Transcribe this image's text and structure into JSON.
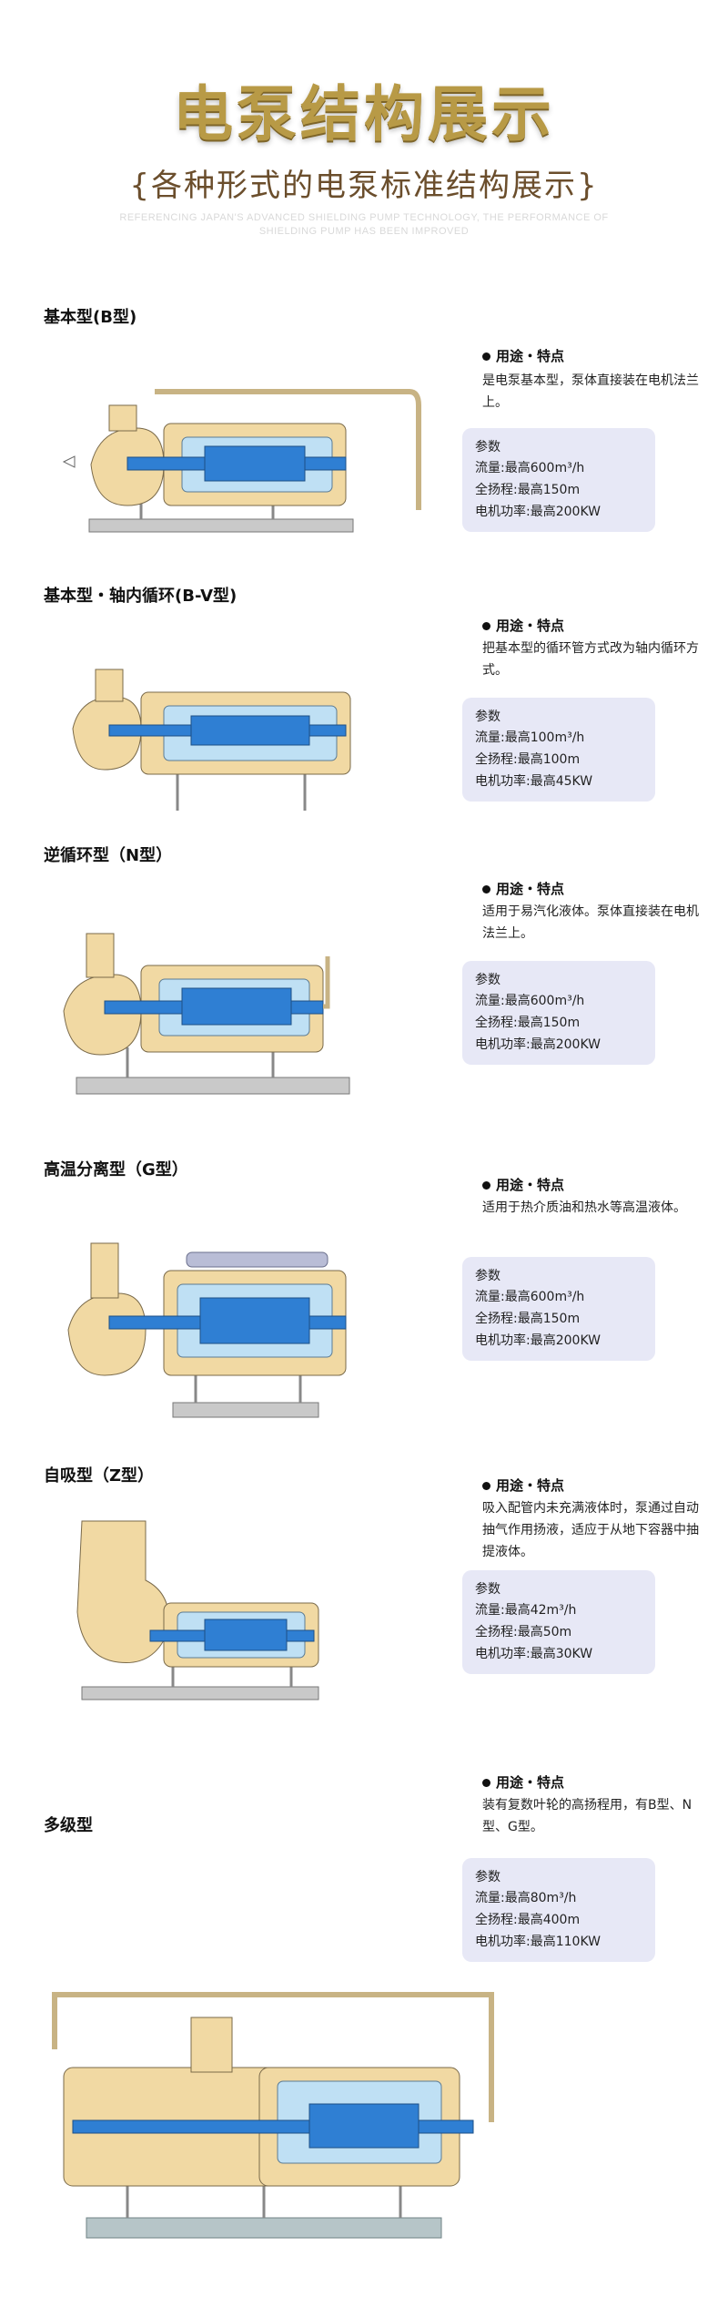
{
  "header": {
    "title": "电泵结构展示",
    "subtitle": "{各种形式的电泵标准结构展示}",
    "english": "REFERENCING JAPAN'S ADVANCED SHIELDING PUMP TECHNOLOGY, THE PERFORMANCE OF SHIELDING PUMP HAS BEEN IMPROVED"
  },
  "labels": {
    "usage": "用途・特点",
    "params": "参数"
  },
  "sections": [
    {
      "title": "基本型(B型)",
      "usage": "是电泵基本型，泵体直接装在电机法兰上。",
      "flow": "流量:最高600m³/h",
      "head": "全扬程:最高150m",
      "power": "电机功率:最高200KW"
    },
    {
      "title": "基本型・轴内循环(B-V型)",
      "usage": "把基本型的循环管方式改为轴内循环方式。",
      "flow": "流量:最高100m³/h",
      "head": "全扬程:最高100m",
      "power": "电机功率:最高45KW"
    },
    {
      "title": "逆循环型（N型）",
      "usage": "适用于易汽化液体。泵体直接装在电机法兰上。",
      "flow": "流量:最高600m³/h",
      "head": "全扬程:最高150m",
      "power": "电机功率:最高200KW"
    },
    {
      "title": "高温分离型（G型）",
      "usage": "适用于热介质油和热水等高温液体。",
      "flow": "流量:最高600m³/h",
      "head": "全扬程:最高150m",
      "power": "电机功率:最高200KW"
    },
    {
      "title": "自吸型（Z型）",
      "usage": "吸入配管内未充满液体时，泵通过自动抽气作用扬液，适应于从地下容器中抽提液体。",
      "flow": "流量:最高42m³/h",
      "head": "全扬程:最高50m",
      "power": "电机功率:最高30KW"
    },
    {
      "title": "多级型",
      "usage": "装有复数叶轮的高扬程用，有B型、N型、G型。",
      "flow": "流量:最高80m³/h",
      "head": "全扬程:最高400m",
      "power": "电机功率:最高110KW"
    }
  ]
}
